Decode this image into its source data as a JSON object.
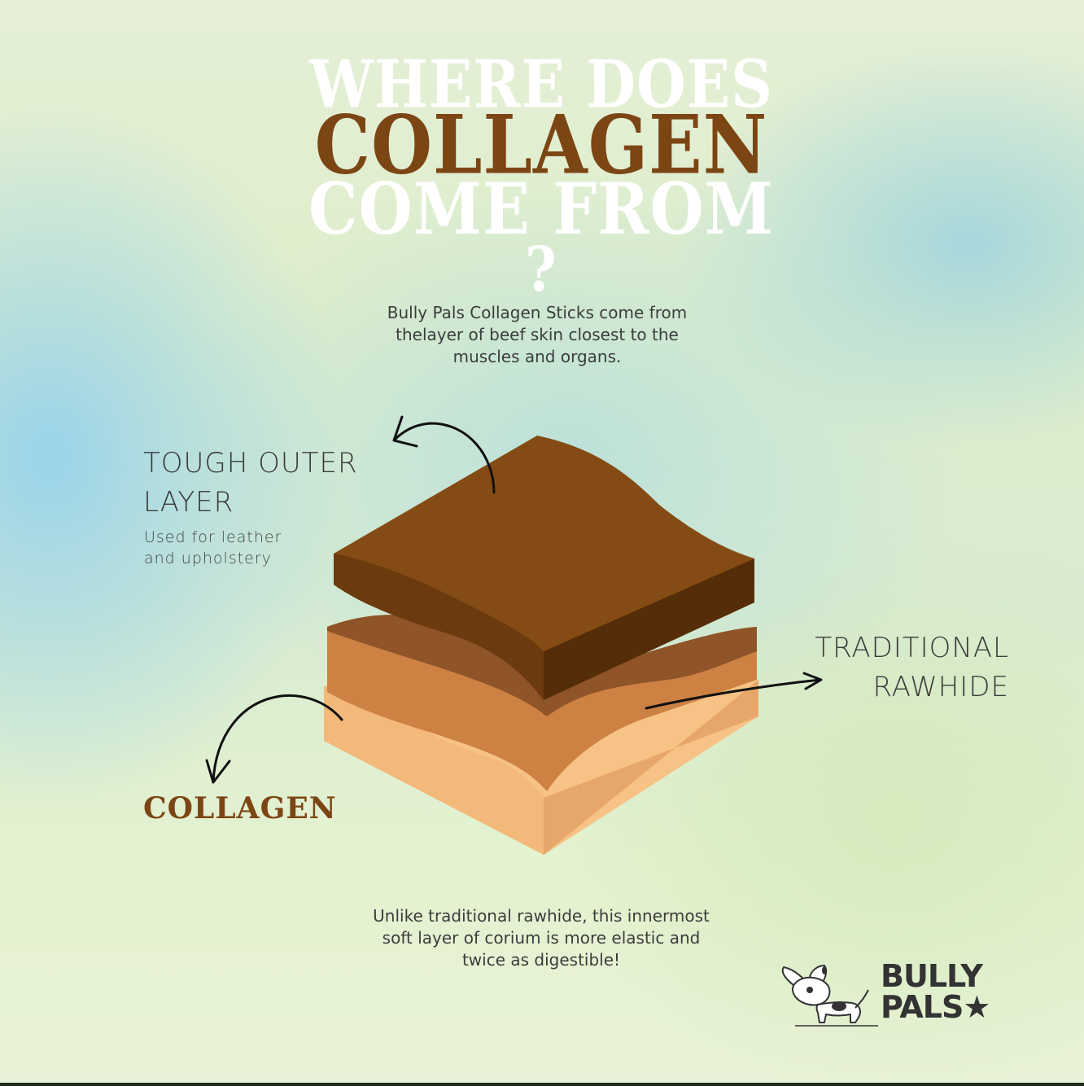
{
  "title": {
    "line1": "WHERE DOES",
    "line2": "COLLAGEN",
    "line3": "COME FROM",
    "line4": "?"
  },
  "intro_text": "Bully Pals Collagen Sticks come from\nthelayer of beef skin closest to the\nmuscles and organs.",
  "labels": {
    "outer_layer_title": "TOUGH OUTER\nLAYER",
    "outer_layer_sub": "Used for leather\nand upholstery",
    "rawhide": "TRADITIONAL\nRAWHIDE",
    "collagen": "COLLAGEN"
  },
  "outro_text": "Unlike traditional rawhide, this innermost\nsoft layer of corium is more elastic and\ntwice as digestible!",
  "logo": {
    "text": "BULLY\nPALS★"
  },
  "colors": {
    "accent_brown": "#7c4514",
    "top_layer": "#844c14",
    "middle_layer": "#cd8244",
    "bottom_layer": "#f7c285"
  }
}
